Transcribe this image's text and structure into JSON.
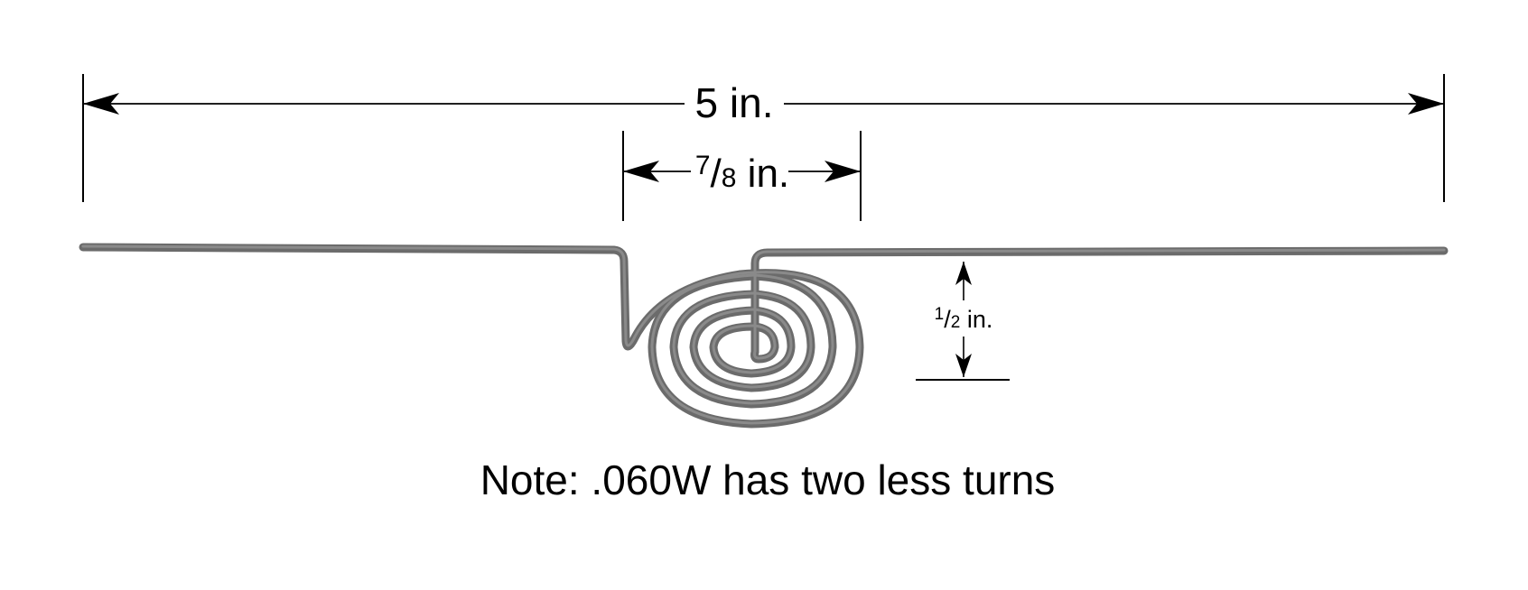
{
  "diagram": {
    "subject": "spiral wire coil with straight leads",
    "dimensions": {
      "overall_length": {
        "label_num": "5",
        "label_unit": " in."
      },
      "coil_width": {
        "label_num": "7",
        "label_den": "8",
        "label_unit": " in."
      },
      "height": {
        "label_num": "1",
        "label_den": "2",
        "label_unit": " in."
      }
    },
    "note": "Note: .060W has two less turns",
    "colors": {
      "wire": "#6b6b6b",
      "wire_highlight": "#8a8a8a",
      "dimension_lines": "#000000",
      "background": "#ffffff"
    }
  }
}
